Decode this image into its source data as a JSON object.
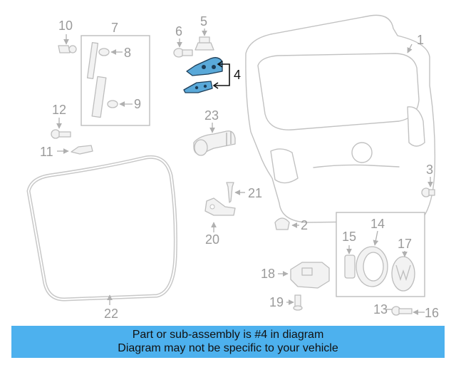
{
  "diagram": {
    "highlighted_part": "4",
    "highlight_color": "#5aa9d9",
    "callouts": {
      "c1": "1",
      "c2": "2",
      "c3": "3",
      "c4": "4",
      "c5": "5",
      "c6": "6",
      "c7": "7",
      "c8": "8",
      "c9": "9",
      "c10": "10",
      "c11": "11",
      "c12": "12",
      "c13": "13",
      "c14": "14",
      "c15": "15",
      "c16": "16",
      "c17": "17",
      "c18": "18",
      "c19": "19",
      "c20": "20",
      "c21": "21",
      "c22": "22",
      "c23": "23"
    }
  },
  "banner": {
    "background": "#4db1ee",
    "line1": "Part or sub-assembly is #4 in diagram",
    "line2": "Diagram may not be specific to your vehicle"
  }
}
